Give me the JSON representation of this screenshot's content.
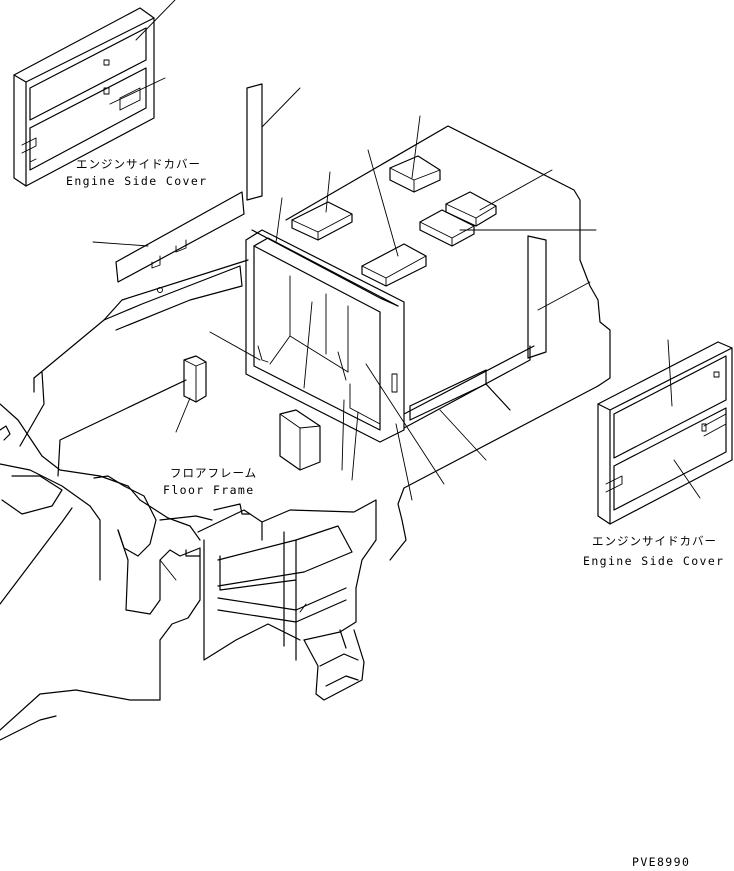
{
  "labels": {
    "engine_side_cover_left": {
      "ja": "エンジンサイドカバー",
      "en": "Engine Side Cover"
    },
    "engine_side_cover_right": {
      "ja": "エンジンサイドカバー",
      "en": "Engine Side Cover"
    },
    "floor_frame": {
      "ja": "フロアフレーム",
      "en": "Floor Frame"
    }
  },
  "drawing_code": "PVE8990"
}
